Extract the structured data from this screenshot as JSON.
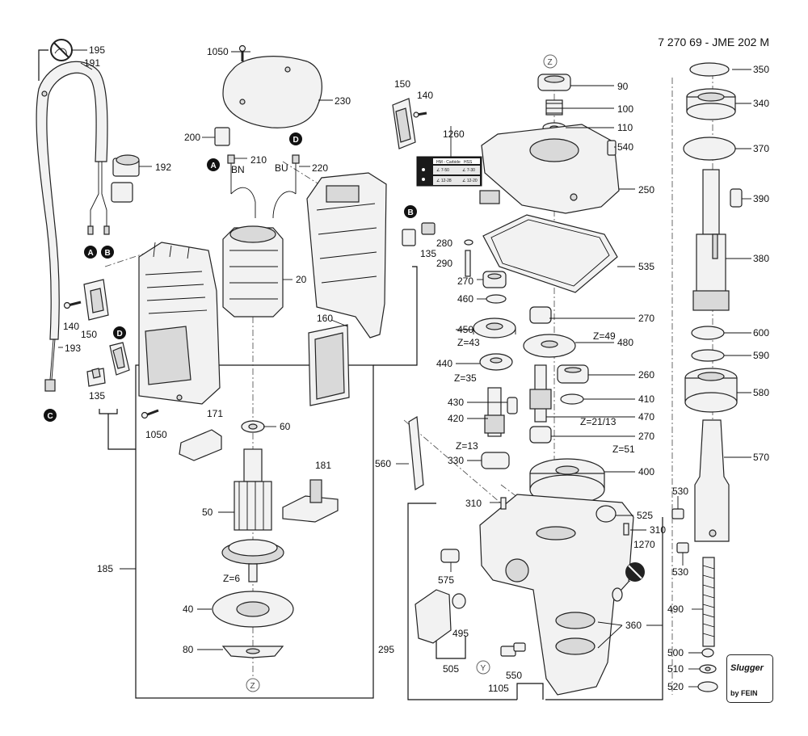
{
  "document": {
    "title": "7 270 69 - JME 202 M"
  },
  "brand": {
    "logo": "Slugger",
    "sub": "by FEIN"
  },
  "markers": {
    "A": "A",
    "B": "B",
    "C": "C",
    "D": "D",
    "Y": "Y",
    "Z": "Z"
  },
  "wire_labels": {
    "bn": "BN",
    "bu": "BU"
  },
  "gear_teeth": {
    "g450": "Z=43",
    "g440": "Z=35",
    "g480": "Z=49",
    "g470": "Z=21/13",
    "g420": "Z=13",
    "g400": "Z=51",
    "g50": "Z=6"
  },
  "label_1260": {
    "col1": "HM - Carbide",
    "col2": "HSS",
    "r1c1": "∠ 7-50",
    "r1c2": "∠ 7-30",
    "r2c1": "∠ 12-28",
    "r2c2": "∠ 12-20"
  },
  "parts": {
    "p195": "195",
    "p191": "191",
    "p192": "192",
    "p193": "193",
    "p140a": "140",
    "p150a": "150",
    "p135a": "135",
    "p1050a": "1050",
    "p230": "230",
    "p200": "200",
    "p210": "210",
    "p220": "220",
    "p20": "20",
    "p160": "160",
    "p150b": "150",
    "p140b": "140",
    "p1260": "1260",
    "p135b": "135",
    "p1050b": "1050",
    "p171": "171",
    "p60": "60",
    "p181": "181",
    "p50": "50",
    "p185": "185",
    "p40": "40",
    "p80": "80",
    "p90": "90",
    "p100": "100",
    "p110": "110",
    "p540": "540",
    "p250": "250",
    "p280": "280",
    "p290": "290",
    "p535": "535",
    "p270a": "270",
    "p460": "460",
    "p270b": "270",
    "p450": "450",
    "p480": "480",
    "p440": "440",
    "p260": "260",
    "p430": "430",
    "p410": "410",
    "p420": "420",
    "p470": "470",
    "p270c": "270",
    "p560": "560",
    "p330": "330",
    "p400": "400",
    "p310a": "310",
    "p525": "525",
    "p310b": "310",
    "p1270": "1270",
    "p575": "575",
    "p495": "495",
    "p360": "360",
    "p295": "295",
    "p505": "505",
    "p550": "550",
    "p1105": "1105",
    "p350": "350",
    "p340": "340",
    "p370": "370",
    "p390": "390",
    "p380": "380",
    "p600": "600",
    "p590": "590",
    "p580": "580",
    "p570": "570",
    "p530a": "530",
    "p530b": "530",
    "p490": "490",
    "p500": "500",
    "p510": "510",
    "p520": "520"
  },
  "colors": {
    "ink": "#111111",
    "part_fill": "#f2f2f2",
    "part_shade": "#d9d9d9",
    "badge": "#111111"
  }
}
